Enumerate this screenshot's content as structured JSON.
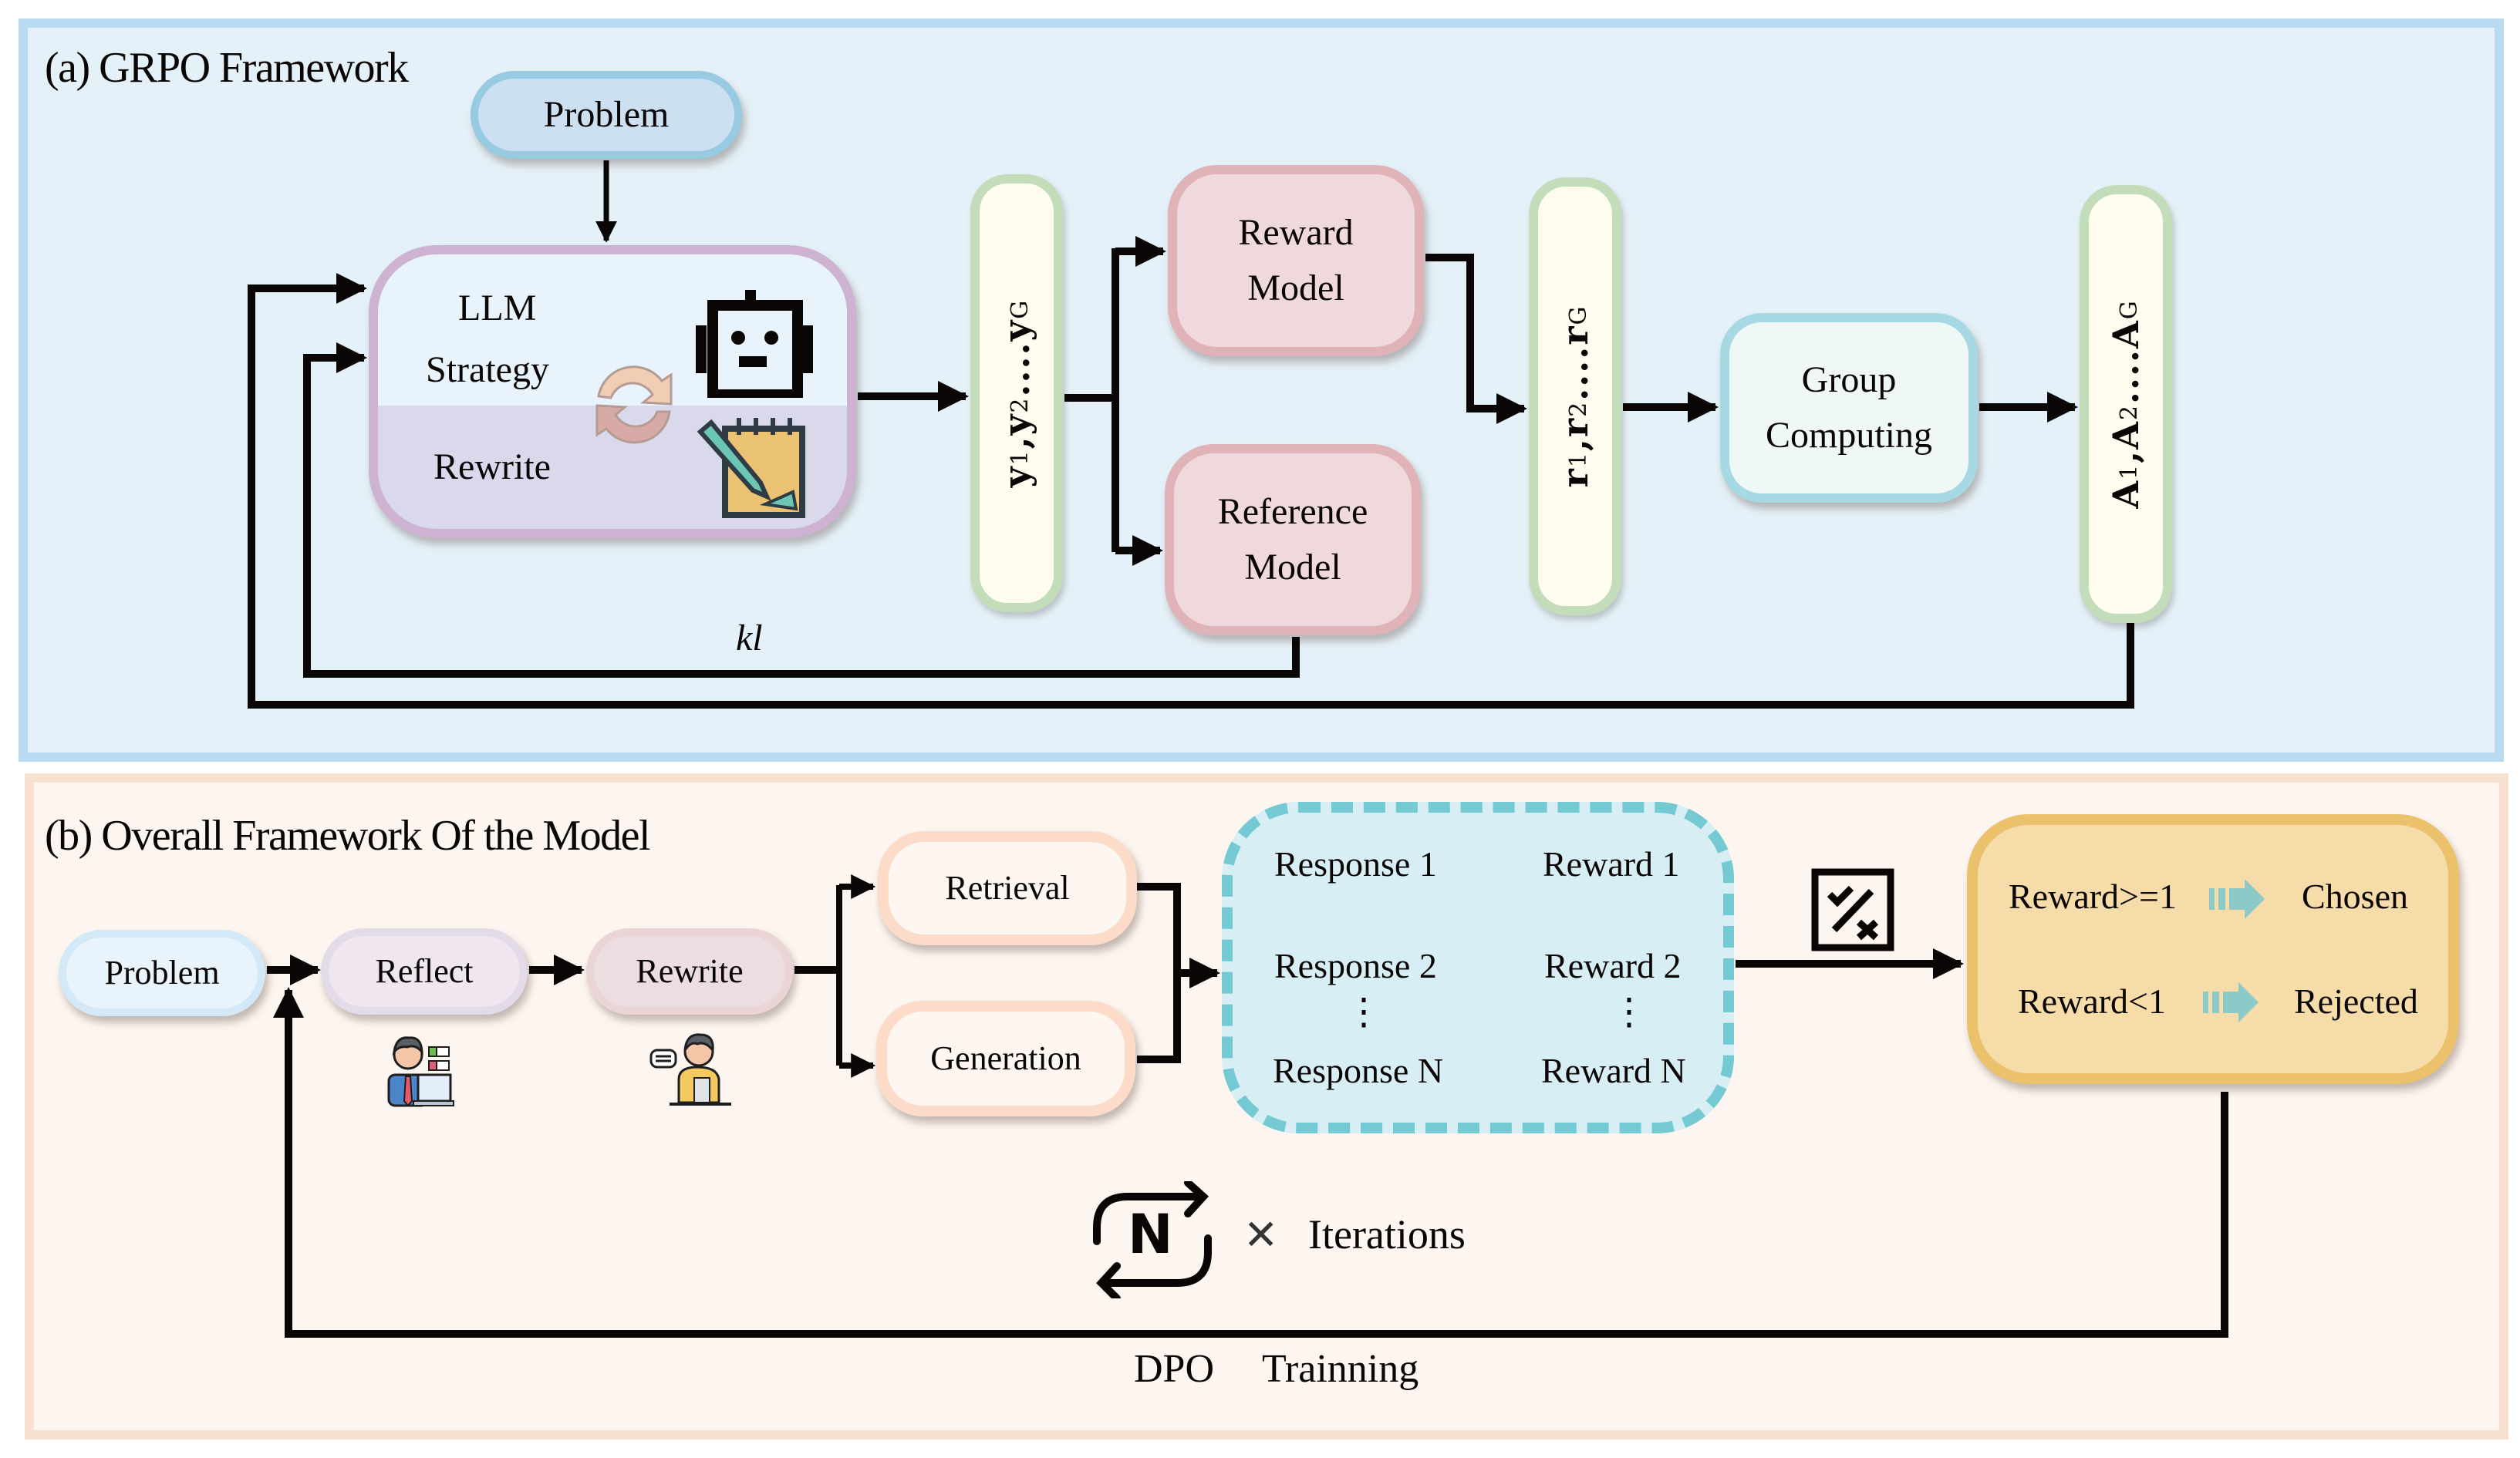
{
  "panel_a": {
    "title": "(a) GRPO Framework",
    "problem": "Problem",
    "llm_box": {
      "llm": "LLM",
      "strategy": "Strategy",
      "rewrite": "Rewrite"
    },
    "y_group": {
      "base": "y",
      "items": [
        "1",
        "2"
      ],
      "dots": "....",
      "last": "G",
      "sep": ","
    },
    "r_group": {
      "base": "r",
      "items": [
        "1",
        "2"
      ],
      "dots": "....",
      "last": "G",
      "sep": ","
    },
    "a_group": {
      "base": "A",
      "items": [
        "1",
        "2"
      ],
      "dots": "....",
      "last": "G",
      "sep": ","
    },
    "reward_model": [
      "Reward",
      "Model"
    ],
    "reference_model": [
      "Reference",
      "Model"
    ],
    "group_computing": [
      "Group",
      "Computing"
    ],
    "kl_label": "kl",
    "icons": [
      "robot-icon",
      "refresh-cycle-icon",
      "notepad-pencil-icon"
    ]
  },
  "panel_b": {
    "title": "(b) Overall Framework Of the Model",
    "problem": "Problem",
    "reflect": "Reflect",
    "rewrite": "Rewrite",
    "retrieval": "Retrieval",
    "generation": "Generation",
    "responses": [
      "Response 1",
      "Response 2",
      "Response N"
    ],
    "rewards": [
      "Reward 1",
      "Reward 2",
      "Reward N"
    ],
    "vdots": "⋮",
    "decision": {
      "chosen_condition": "Reward>=1",
      "chosen_label": "Chosen",
      "rejected_condition": "Reward<1",
      "rejected_label": "Rejected"
    },
    "iterations_symbol": "N",
    "iterations_times": "✕",
    "iterations_label": "Iterations",
    "loop_label_1": "DPO",
    "loop_label_2": "Trainning",
    "icons": [
      "reflect-person-icon",
      "rewrite-person-icon",
      "check-cross-evaluation-icon",
      "repeat-n-icon"
    ]
  },
  "colors": {
    "panel_a_bg": "#e5f1f8",
    "panel_a_border": "#b9dbf2",
    "panel_b_bg": "#fdf5ef",
    "panel_b_border": "#f9e1d2",
    "pink_box": "#efd9dc",
    "pink_border": "#e0b3b8",
    "green_pill_border": "#c3dcb9",
    "green_pill_bg": "#fefcef",
    "teal_dashed": "#74c9d2",
    "decision_bg": "#f5dca8",
    "decision_border": "#ecc16c",
    "arrow_teal": "#8ccac8"
  }
}
